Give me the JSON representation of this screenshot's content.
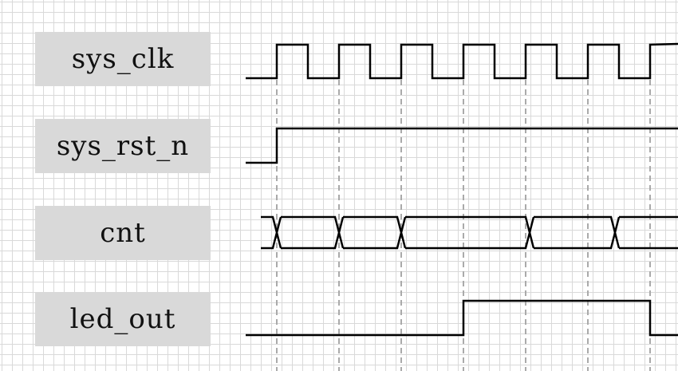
{
  "signals": [
    {
      "id": "sys_clk",
      "label": "sys_clk"
    },
    {
      "id": "sys_rst_n",
      "label": "sys_rst_n"
    },
    {
      "id": "cnt",
      "label": "cnt"
    },
    {
      "id": "led_out",
      "label": "led_out"
    }
  ],
  "colors": {
    "grid": "#d9d9d9",
    "label_bg": "#d9d9d9",
    "wave": "#000000",
    "guide": "#aaaaaa"
  }
}
